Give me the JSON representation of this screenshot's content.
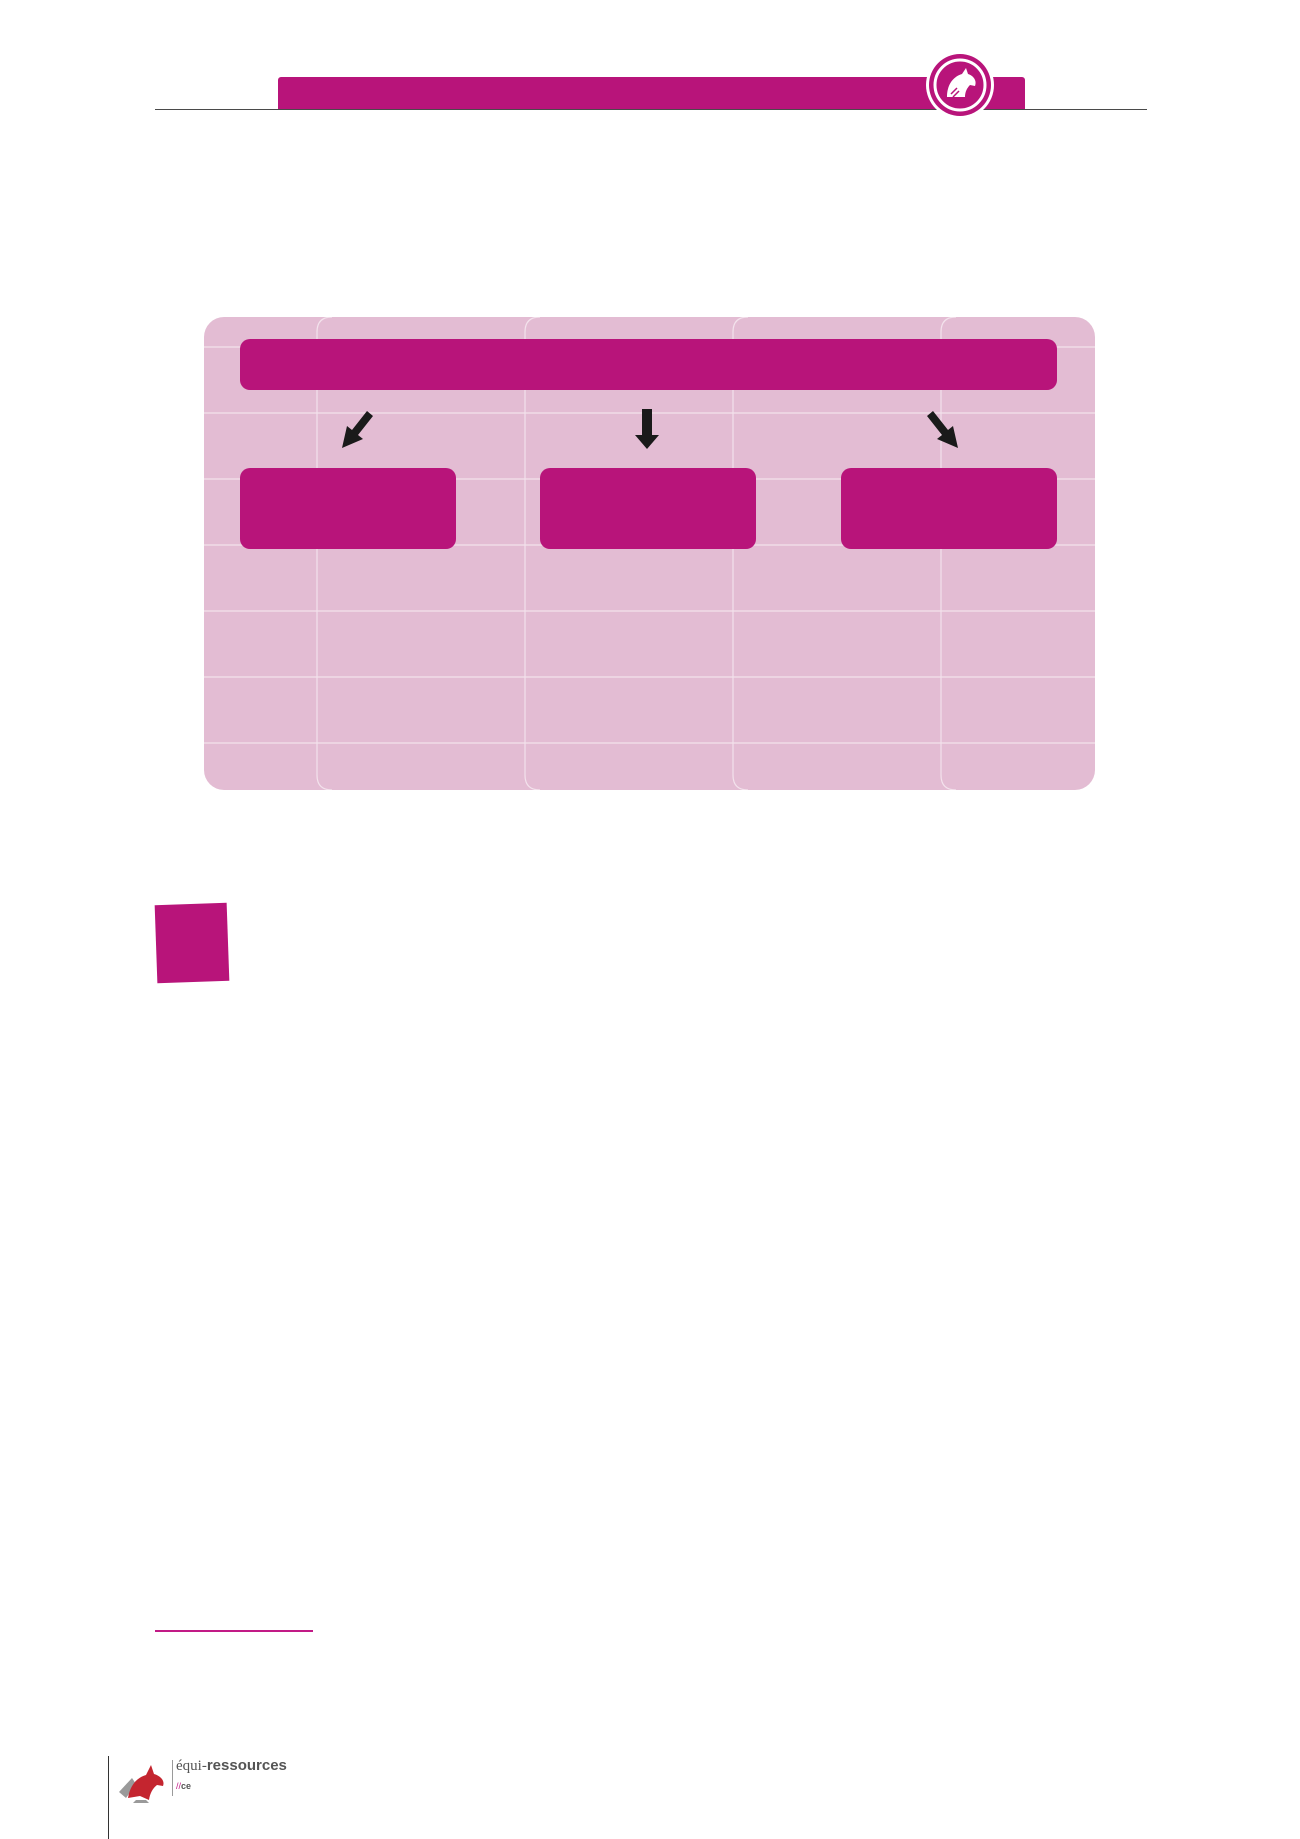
{
  "colors": {
    "accent": "#b8147a",
    "panel": "#e3bcd3",
    "arrow": "#1a1a1a"
  },
  "header": {
    "badge_icon": "horse-head-icon"
  },
  "diagram": {
    "top_box_label": "",
    "child_boxes": [
      "",
      "",
      ""
    ],
    "arrow_icons": [
      "arrow-down-left-icon",
      "arrow-down-icon",
      "arrow-down-right-icon"
    ]
  },
  "footer": {
    "logo_icon": "horse-logo-icon",
    "brand_prefix": "équi-",
    "brand_bold": "ressources",
    "sub_separator": "//",
    "sub_text": "ce"
  }
}
